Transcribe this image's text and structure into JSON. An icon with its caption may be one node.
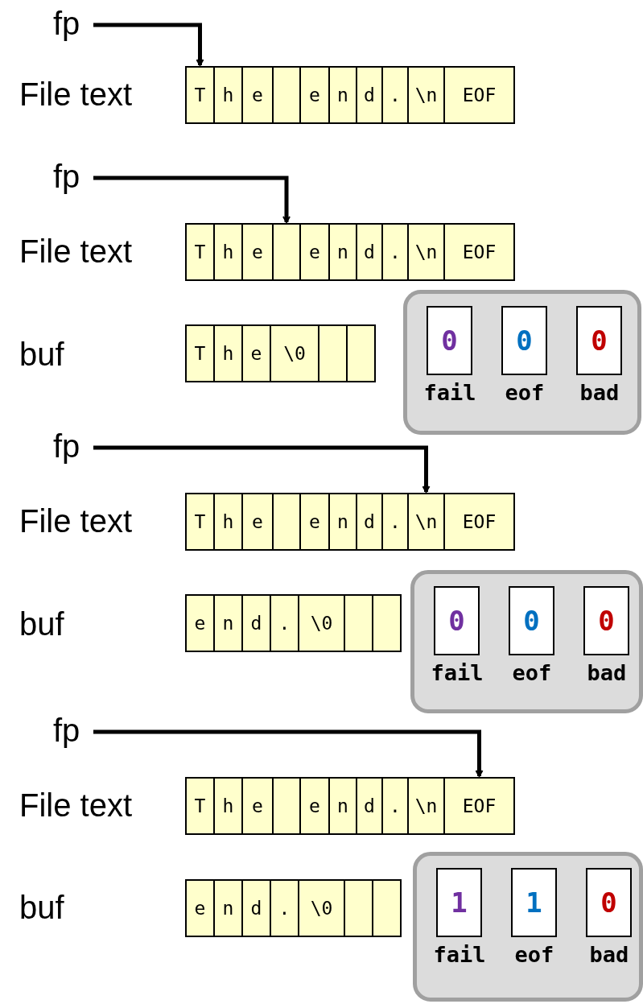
{
  "diagram": {
    "nodes": [
      {
        "text": [
          "fp"
        ]
      },
      {
        "text": [
          "T"
        ]
      },
      {
        "text": [
          "h"
        ]
      },
      {
        "text": [
          "e"
        ]
      },
      {
        "text": [],
        "shape": "box"
      },
      {
        "text": [
          "e"
        ]
      },
      {
        "text": [
          "n"
        ]
      },
      {
        "text": [
          "d"
        ]
      },
      {
        "text": [
          "."
        ]
      },
      {
        "text": [
          "\\n"
        ]
      },
      {
        "text": [
          "EOF"
        ]
      },
      {
        "text": [
          "fp"
        ]
      },
      {
        "text": [
          "T"
        ]
      },
      {
        "text": [
          "h"
        ]
      },
      {
        "text": [
          "e"
        ]
      },
      {
        "text": [],
        "shape": "box"
      },
      {
        "text": [
          "e"
        ]
      },
      {
        "text": [
          "n"
        ]
      },
      {
        "text": [
          "d"
        ]
      },
      {
        "text": [
          "."
        ]
      },
      {
        "text": [
          "\\n"
        ]
      },
      {
        "text": [
          "EOF"
        ]
      },
      {
        "text": [
          "T"
        ]
      },
      {
        "text": [
          "h"
        ]
      },
      {
        "text": [
          "e"
        ]
      },
      {
        "text": [
          "\\0"
        ]
      },
      {
        "text": [],
        "shape": "box"
      },
      {
        "text": [],
        "shape": "box"
      },
      {
        "text": [],
        "shape": "box"
      },
      {
        "text": [
          "0",
          "fail"
        ],
        "in": 28
      },
      {
        "text": [
          "0",
          "eof"
        ],
        "in": 28
      },
      {
        "text": [
          "0",
          "bad"
        ],
        "in": 28
      },
      {
        "text": [
          "fp"
        ]
      },
      {
        "text": [
          "T"
        ]
      },
      {
        "text": [
          "h"
        ]
      },
      {
        "text": [
          "e"
        ]
      },
      {
        "text": [],
        "shape": "box"
      },
      {
        "text": [
          "e"
        ]
      },
      {
        "text": [
          "n"
        ]
      },
      {
        "text": [
          "d"
        ]
      },
      {
        "text": [
          "."
        ]
      },
      {
        "text": [
          "\\n"
        ]
      },
      {
        "text": [
          "EOF"
        ]
      },
      {
        "text": [
          "e"
        ]
      },
      {
        "text": [
          "n"
        ]
      },
      {
        "text": [
          "d"
        ]
      },
      {
        "text": [
          "."
        ]
      },
      {
        "text": [
          "\\0"
        ]
      },
      {
        "text": [],
        "shape": "box"
      },
      {
        "text": [],
        "shape": "box"
      },
      {
        "text": [],
        "shape": "box"
      },
      {
        "text": [
          "0",
          "fail"
        ],
        "in": 50
      },
      {
        "text": [
          "0",
          "eof"
        ],
        "in": 50
      },
      {
        "text": [
          "0",
          "bad"
        ],
        "in": 50
      },
      {
        "text": [
          "fp"
        ]
      },
      {
        "text": [
          "T"
        ]
      },
      {
        "text": [
          "h"
        ]
      },
      {
        "text": [
          "e"
        ]
      },
      {
        "text": [],
        "shape": "box"
      },
      {
        "text": [
          "e"
        ]
      },
      {
        "text": [
          "n"
        ]
      },
      {
        "text": [
          "d"
        ]
      },
      {
        "text": [
          "."
        ]
      },
      {
        "text": [
          "\\n"
        ]
      },
      {
        "text": [
          "EOF"
        ]
      },
      {
        "text": [
          "e"
        ]
      },
      {
        "text": [
          "n"
        ]
      },
      {
        "text": [
          "d"
        ]
      },
      {
        "text": [
          "."
        ]
      },
      {
        "text": [
          "\\0"
        ]
      },
      {
        "text": [],
        "shape": "box"
      },
      {
        "text": [],
        "shape": "box"
      },
      {
        "text": [],
        "shape": "box"
      },
      {
        "text": [
          "1",
          "fail"
        ],
        "in": 72
      },
      {
        "text": [
          "1",
          "eof"
        ],
        "in": 72
      },
      {
        "text": [
          "0",
          "bad"
        ],
        "in": 72
      }
    ],
    "edges": [
      {
        "from": 0,
        "to": 1,
        "arrow": "to"
      },
      {
        "from": 11,
        "to": 15,
        "arrow": "to"
      },
      {
        "from": 32,
        "to": 41,
        "arrow": "to"
      },
      {
        "from": 54,
        "to": 64,
        "arrow": "to"
      }
    ],
    "labels": [
      "File text",
      "File text",
      "buf",
      "File text",
      "buf",
      "File text",
      "buf"
    ]
  }
}
